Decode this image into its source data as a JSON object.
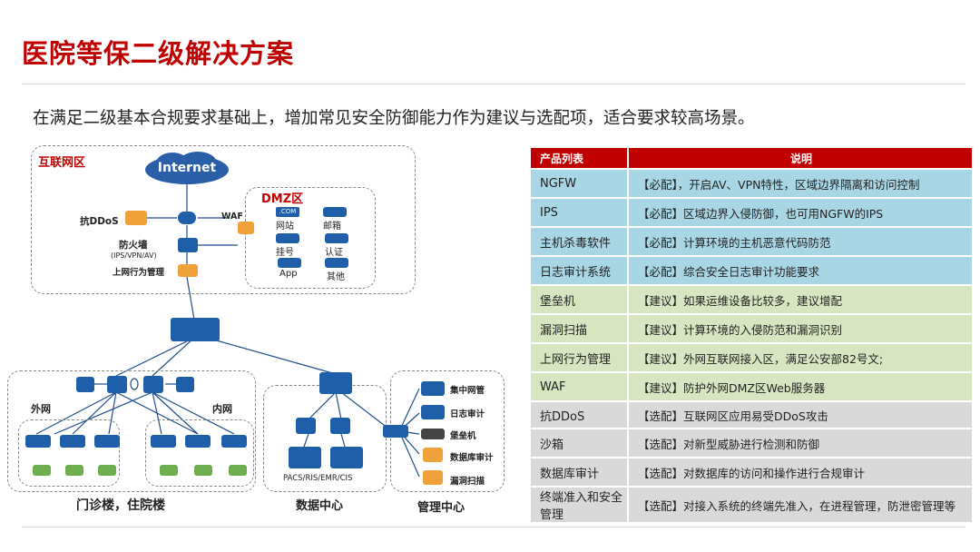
{
  "title": "医院等保二级解决方案",
  "subtitle": "在满足二级基本合规要求基础上，增加常见安全防御能力作为建议与选配项，适合要求较高场景。",
  "colors": {
    "accent": "#c00000",
    "blue": "#a9d6e5",
    "green": "#d7e6c0",
    "gray": "#d9d9d9"
  },
  "diagram": {
    "internet_zone": "互联网区",
    "internet": "Internet",
    "anti_ddos": "抗DDoS",
    "firewall": "防火墙",
    "firewall_sub": "(IPS/VPN/AV)",
    "behavior_mgmt": "上网行为管理",
    "waf": "WAF",
    "dmz": "DMZ区",
    "dmz_com": ".COM",
    "dmz_items": [
      "网站",
      "邮箱",
      "挂号",
      "认证",
      "App",
      "其他"
    ],
    "outer_net": "外网",
    "inner_net": "内网",
    "building": "门诊楼，住院楼",
    "datacenter": "数据中心",
    "servers": "PACS/RIS/EMR/CIS",
    "mgmt_center": "管理中心",
    "mgmt_items": [
      "集中网管",
      "日志审计",
      "堡垒机",
      "数据库审计",
      "漏洞扫描"
    ]
  },
  "table": {
    "header": [
      "产品列表",
      "说明"
    ],
    "rows": [
      {
        "name": "NGFW",
        "desc": "【必配】，开启AV、VPN特性，区域边界隔离和访问控制",
        "type": "blue"
      },
      {
        "name": "IPS",
        "desc": "【必配】区域边界入侵防御，也可用NGFW的IPS",
        "type": "blue"
      },
      {
        "name": "主机杀毒软件",
        "desc": "【必配】计算环境的主机恶意代码防范",
        "type": "blue"
      },
      {
        "name": "日志审计系统",
        "desc": "【必配】综合安全日志审计功能要求",
        "type": "blue"
      },
      {
        "name": "堡垒机",
        "desc": "【建议】如果运维设备比较多，建议增配",
        "type": "green"
      },
      {
        "name": "漏洞扫描",
        "desc": "【建议】计算环境的入侵防范和漏洞识别",
        "type": "green"
      },
      {
        "name": "上网行为管理",
        "desc": "【建议】外网互联网接入区，满足公安部82号文;",
        "type": "green"
      },
      {
        "name": "WAF",
        "desc": "【建议】防护外网DMZ区Web服务器",
        "type": "green"
      },
      {
        "name": "抗DDoS",
        "desc": "【选配】互联网区应用易受DDoS攻击",
        "type": "gray"
      },
      {
        "name": "沙箱",
        "desc": "【选配】对新型威胁进行检测和防御",
        "type": "gray"
      },
      {
        "name": "数据库审计",
        "desc": "【选配】对数据库的访问和操作进行合规审计",
        "type": "gray"
      },
      {
        "name": "终端准入和安全管理",
        "desc": "【选配】对接入系统的终端先准入，在进程管理，防泄密管理等",
        "type": "gray"
      }
    ]
  }
}
